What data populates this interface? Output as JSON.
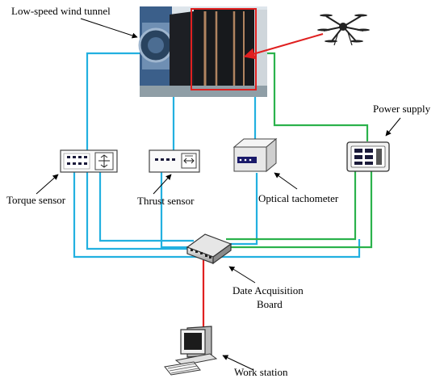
{
  "labels": {
    "wind_tunnel": "Low-speed wind tunnel",
    "power_supply": "Power supply",
    "torque_sensor": "Torque sensor",
    "thrust_sensor": "Thrust sensor",
    "optical_tachometer": "Optical tachometer",
    "daq_line1": "Date Acquisition",
    "daq_line2": "Board",
    "work_station": "Work station"
  },
  "colors": {
    "blue_wire": "#22b0e0",
    "green_wire": "#2bb24c",
    "red_wire": "#e02020"
  },
  "icons": [
    "wind-tunnel-photo",
    "drone-icon",
    "torque-sensor-icon",
    "thrust-sensor-icon",
    "optical-tachometer-icon",
    "power-supply-icon",
    "data-acquisition-board-icon",
    "work-station-computer-icon"
  ]
}
